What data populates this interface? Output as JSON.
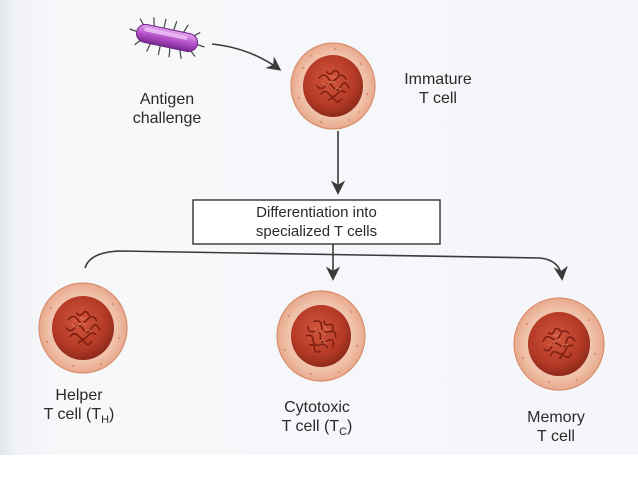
{
  "diagram": {
    "antigen": {
      "line1": "Antigen",
      "line2": "challenge"
    },
    "immature": {
      "line1": "Immature",
      "line2": "T cell"
    },
    "process_box": {
      "line1": "Differentiation into",
      "line2": "specialized T cells"
    },
    "helper": {
      "line1": "Helper",
      "line2_prefix": "T cell (T",
      "subscript": "H",
      "line2_suffix": ")"
    },
    "cytotoxic": {
      "line1": "Cytotoxic",
      "line2_prefix": "T cell (T",
      "subscript": "C",
      "line2_suffix": ")"
    },
    "memory": {
      "line1": "Memory",
      "line2": "T cell"
    }
  },
  "colors": {
    "cell_halo": "#f3dcd0",
    "cell_membrane": "#e3a68a",
    "nucleus": "#c0432e",
    "bacterium": "#c46ad8",
    "arrow": "#3a3a3a"
  }
}
